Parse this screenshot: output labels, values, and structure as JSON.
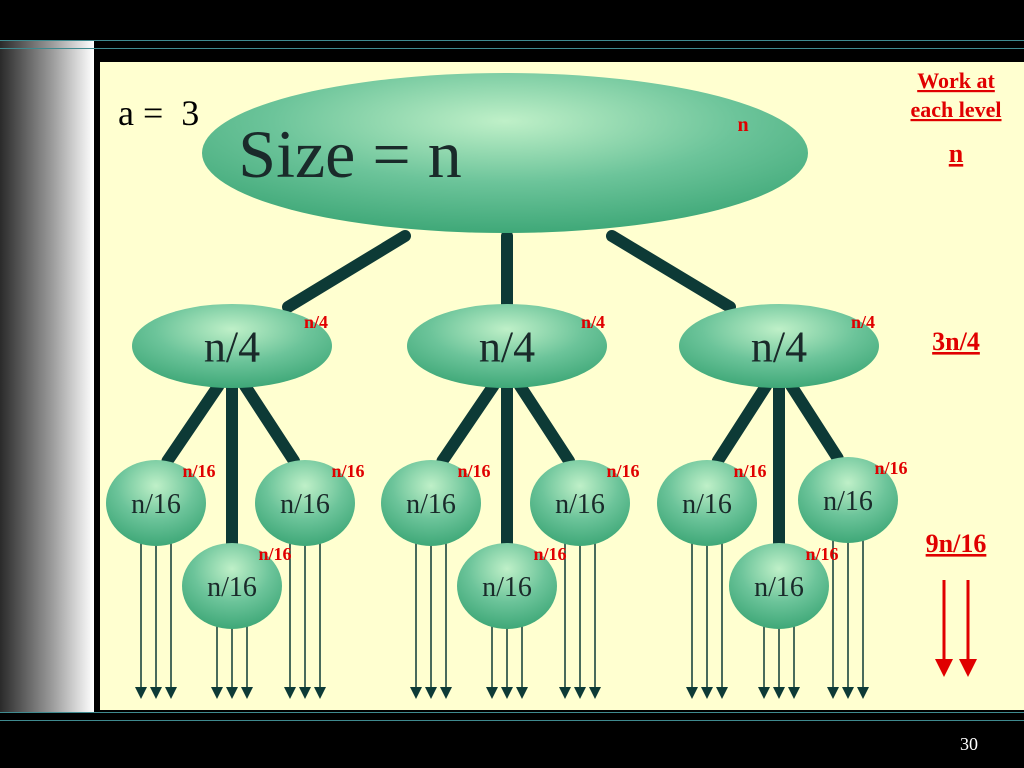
{
  "slide": {
    "a_label": "a =  3",
    "page_number": "30"
  },
  "header": {
    "work_line1": "Work at",
    "work_line2": "each level"
  },
  "levels": [
    {
      "work": "n",
      "nodes": [
        {
          "label": "Size = n",
          "tag": "n"
        }
      ]
    },
    {
      "work": "3n/4",
      "nodes": [
        {
          "label": "n/4",
          "tag": "n/4"
        },
        {
          "label": "n/4",
          "tag": "n/4"
        },
        {
          "label": "n/4",
          "tag": "n/4"
        }
      ]
    },
    {
      "work": "9n/16",
      "nodes": [
        {
          "label": "n/16",
          "tag": "n/16"
        },
        {
          "label": "n/16",
          "tag": "n/16"
        },
        {
          "label": "n/16",
          "tag": "n/16"
        },
        {
          "label": "n/16",
          "tag": "n/16"
        },
        {
          "label": "n/16",
          "tag": "n/16"
        },
        {
          "label": "n/16",
          "tag": "n/16"
        },
        {
          "label": "n/16",
          "tag": "n/16"
        },
        {
          "label": "n/16",
          "tag": "n/16"
        },
        {
          "label": "n/16",
          "tag": "n/16"
        }
      ]
    }
  ],
  "colors": {
    "node_fill": "#3fa878",
    "node_highlight": "#bff0c8",
    "edge": "#0d3a36",
    "tag_text": "#e00000",
    "panel": "#ffffd0"
  },
  "icons": [
    "arrow-down-icon"
  ]
}
